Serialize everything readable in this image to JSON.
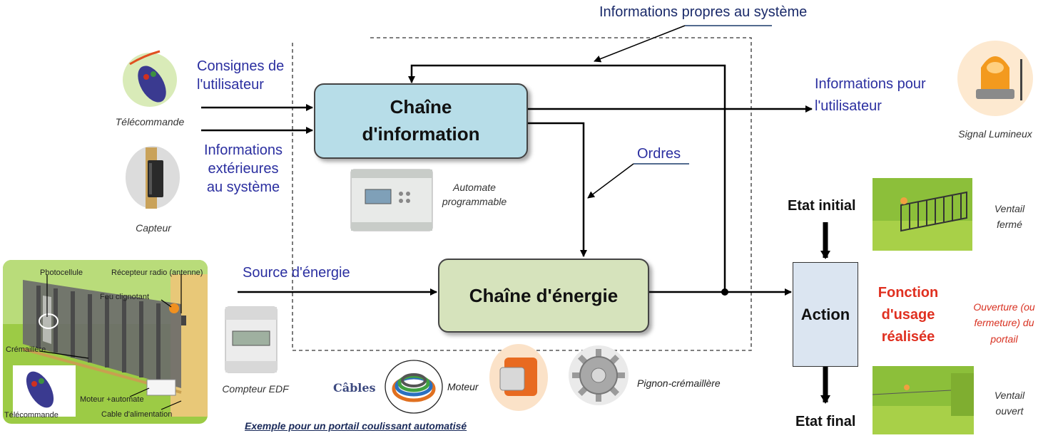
{
  "top_label": "Informations propres au système",
  "inputs": {
    "consignes": [
      "Consignes de",
      "l'utilisateur"
    ],
    "exterieures": [
      "Informations",
      "extérieures",
      "au système"
    ],
    "source": "Source d'énergie"
  },
  "chain_info": {
    "line1": "Chaîne",
    "line2": "d'information"
  },
  "chain_energy": "Chaîne d'énergie",
  "ordres": "Ordres",
  "outputs": {
    "info_user": [
      "Informations pour",
      "l'utilisateur"
    ]
  },
  "action": "Action",
  "etat_initial": "Etat initial",
  "etat_final": "Etat final",
  "fonction": [
    "Fonction",
    "d'usage",
    "réalisée"
  ],
  "ouverture": [
    "Ouverture (ou",
    "fermeture) du",
    "portail"
  ],
  "captions": {
    "telecommande": "Télécommande",
    "capteur": "Capteur",
    "automate": [
      "Automate",
      "programmable"
    ],
    "signal": "Signal Lumineux",
    "compteur": "Compteur EDF",
    "cables": "Câbles",
    "moteur": "Moteur",
    "pignon": "Pignon-crémaillère",
    "ventail_ferme": [
      "Ventail",
      "fermé"
    ],
    "ventail_ouvert": [
      "Ventail",
      "ouvert"
    ],
    "example": "Exemple pour un portail coulissant automatisé"
  },
  "gate_labels": {
    "photocellule": "Photocellule",
    "recepteur": "Récepteur radio (antenne)",
    "feu": "Feu clignotant",
    "cremaillere": "Crémaillère",
    "moteur_auto": "Moteur +automate",
    "telecommande": "Télécommande",
    "cable": "Cable d'alimentation"
  },
  "colors": {
    "blue_text": "#2b2fa0",
    "info_box": "#b7dde8",
    "energy_box": "#d6e3bc",
    "action_box": "#dbe5f1",
    "red_text": "#e03020",
    "scene_green": "#8cbf3a"
  }
}
